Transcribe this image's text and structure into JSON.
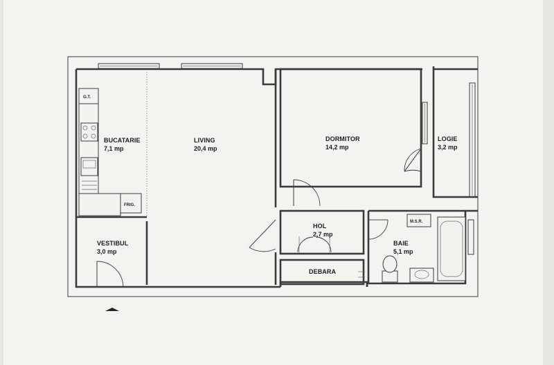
{
  "plan": {
    "rooms": {
      "bucatarie": {
        "name": "BUCATARIE",
        "area": "7,1 mp"
      },
      "living": {
        "name": "LIVING",
        "area": "20,4 mp"
      },
      "dormitor": {
        "name": "DORMITOR",
        "area": "14,2 mp"
      },
      "logie": {
        "name": "LOGIE",
        "area": "3,2 mp"
      },
      "hol": {
        "name": "HOL",
        "area": "2,7 mp"
      },
      "baie": {
        "name": "BAIE",
        "area": "5,1 mp"
      },
      "vestibul": {
        "name": "VESTIBUL",
        "area": "3,0 mp"
      },
      "debara": {
        "name": "DEBARA"
      }
    },
    "fixture_labels": {
      "gas_boiler": "G.T.",
      "washing_machine": "M.S.R.",
      "fridge": "FRIG."
    },
    "colors": {
      "paper": "#f4f3f0",
      "background": "#e9e7e3",
      "walls": "#3a3a3a"
    }
  }
}
